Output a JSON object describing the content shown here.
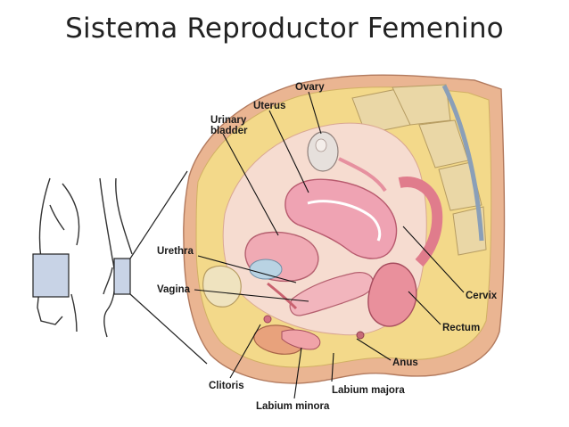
{
  "title": "Sistema Reproductor Femenino",
  "labels": {
    "ovary": "Ovary",
    "uterus": "Uterus",
    "urinary_bladder_line1": "Urinary",
    "urinary_bladder_line2": "bladder",
    "urethra": "Urethra",
    "vagina": "Vagina",
    "cervix": "Cervix",
    "rectum": "Rectum",
    "anus": "Anus",
    "clitoris": "Clitoris",
    "labium_minora": "Labium minora",
    "labium_majora": "Labium majora"
  },
  "colors": {
    "skin": "#e8b58f",
    "fat": "#f3dc8a",
    "tissue_pink": "#f0a8a8",
    "organ_pink": "#e98595",
    "organ_light": "#f5c6cb",
    "bone": "#e9d7a8",
    "bladder_blue": "#b9d3e3",
    "cavity": "#f7e6d8"
  }
}
